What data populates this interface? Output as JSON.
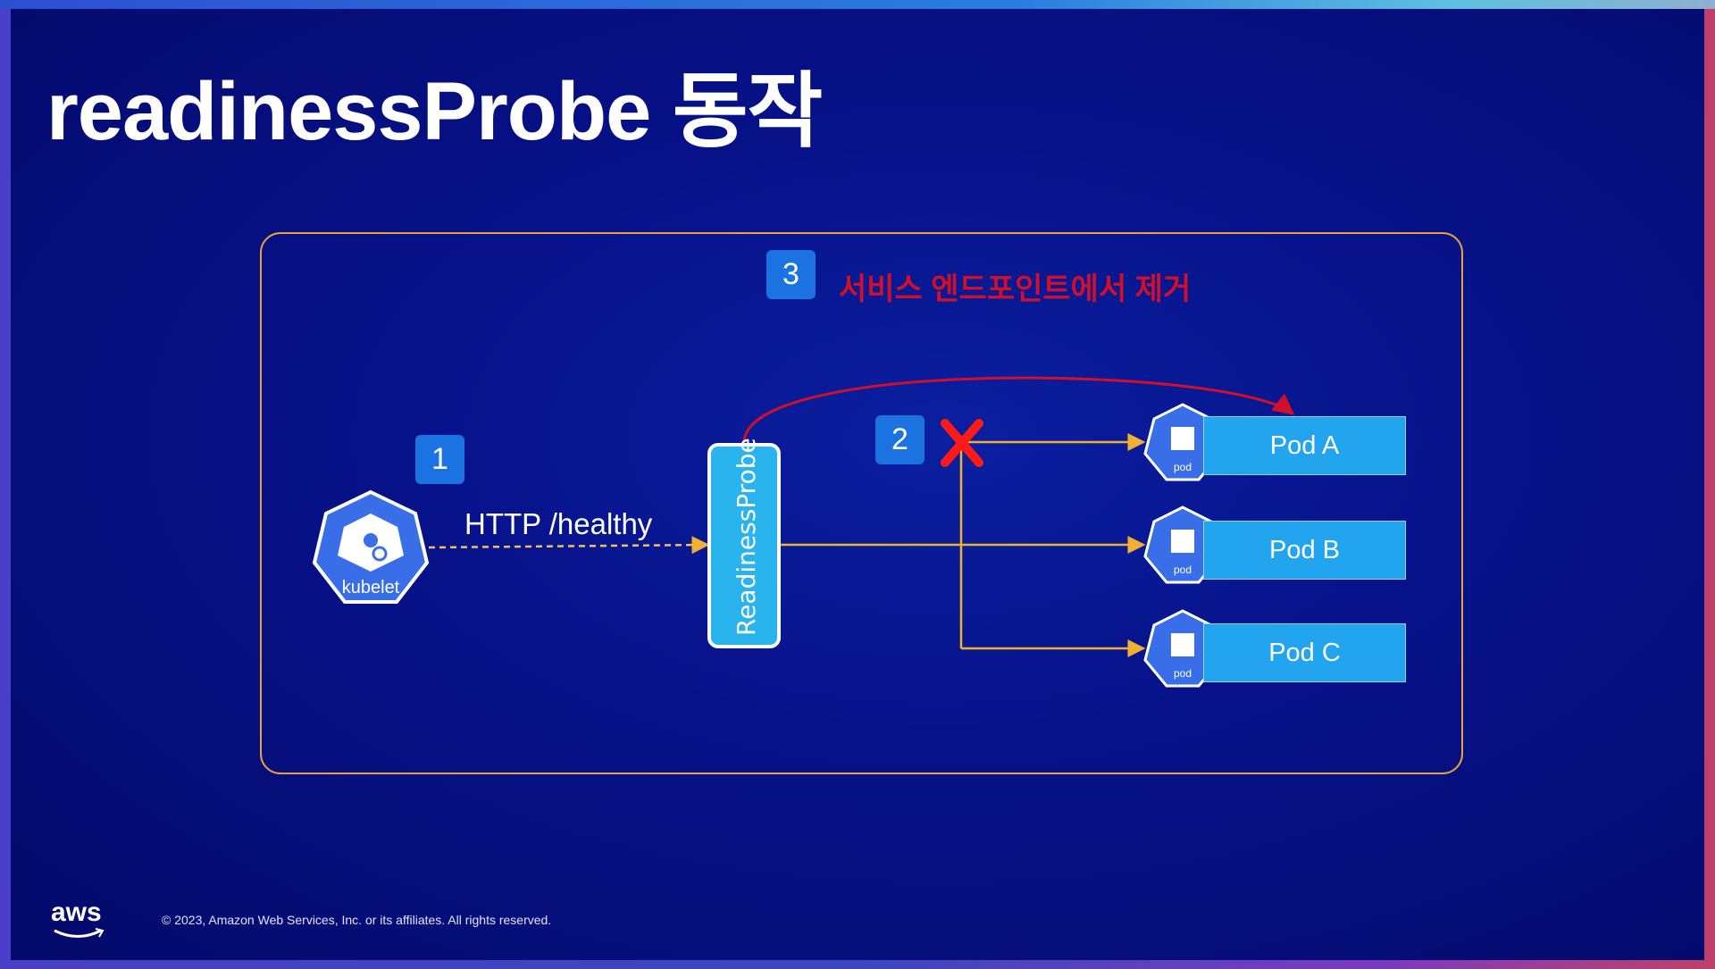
{
  "slide": {
    "title": "readinessProbe 동작",
    "step3": {
      "number": "3",
      "text": "서비스 엔드포인트에서 제거",
      "color": "#d0102a"
    },
    "step1": {
      "number": "1"
    },
    "step2": {
      "number": "2"
    },
    "kubelet_label": "kubelet",
    "request_label": "HTTP /healthy",
    "probe_label": "ReadinessProbe",
    "pod_icon_label": "pod",
    "pods": [
      {
        "label": "Pod A",
        "removed": true
      },
      {
        "label": "Pod B",
        "removed": false
      },
      {
        "label": "Pod C",
        "removed": false
      }
    ],
    "footer": {
      "logo": "aws",
      "copyright": "© 2023, Amazon Web Services, Inc. or its affiliates. All rights reserved."
    },
    "colors": {
      "accent": "#1a73e0",
      "pod": "#22a4ee",
      "border": "#e8a040",
      "arrow": "#f0b030"
    }
  }
}
